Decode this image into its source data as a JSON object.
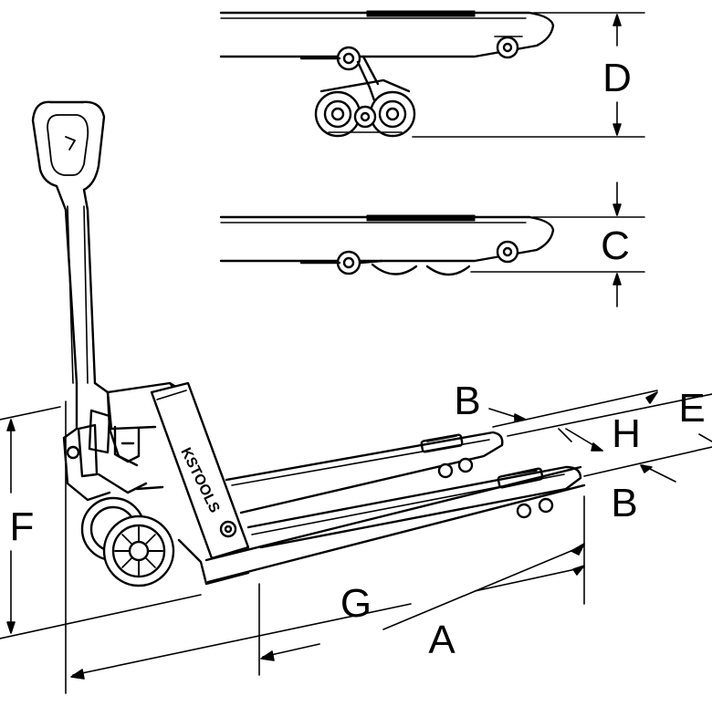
{
  "diagram": {
    "subject": "pallet truck",
    "brand_logo_text": "KSTOOLS",
    "dimension_labels": {
      "A": "A",
      "B_upper": "B",
      "B_lower": "B",
      "C": "C",
      "D": "D",
      "E": "E",
      "F": "F",
      "G": "G",
      "H": "H"
    }
  }
}
